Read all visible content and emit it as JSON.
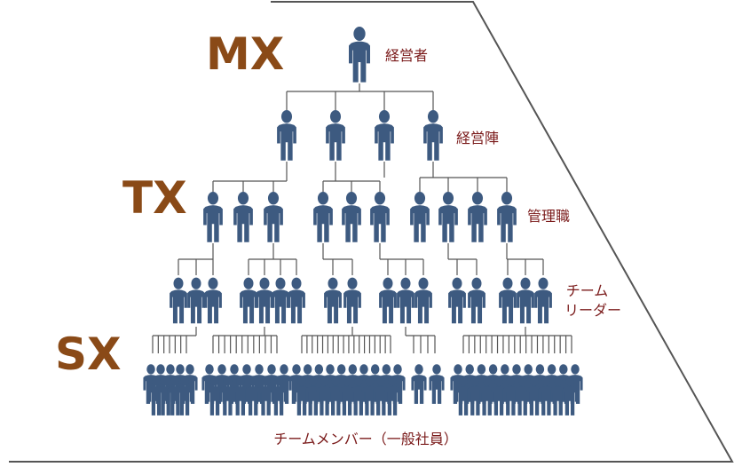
{
  "theme": {
    "person_color": "#3d5a80",
    "tier_color": "#8a4a17",
    "role_color": "#7a1a1a",
    "line_color": "#555555"
  },
  "tiers": [
    {
      "id": "mx",
      "label": "MX"
    },
    {
      "id": "tx",
      "label": "TX"
    },
    {
      "id": "sx",
      "label": "SX"
    }
  ],
  "roles": {
    "executive": "経営者",
    "management_team": "経営陣",
    "managers": "管理職",
    "team_leader_line1": "チーム",
    "team_leader_line2": "リーダー",
    "members": "チームメンバー（一般社員）"
  }
}
